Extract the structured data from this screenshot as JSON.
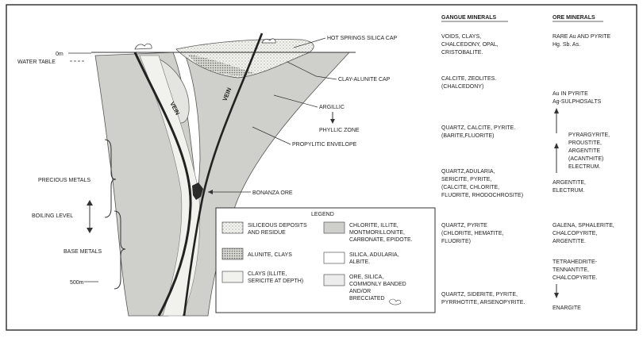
{
  "headers": {
    "gangue": "GANGUE MINERALS",
    "ore": "ORE MINERALS"
  },
  "depth_labels": {
    "top": "0m",
    "water_table": "WATER TABLE",
    "bottom": "500m"
  },
  "left_labels": {
    "precious": "PRECIOUS METALS",
    "boiling": "BOILING LEVEL",
    "base": "BASE METALS"
  },
  "vein_labels": [
    "VEIN",
    "VEIN"
  ],
  "callouts": {
    "hot_springs": "HOT SPRINGS SILICA CAP",
    "clay_alunite": "CLAY-ALUNITE CAP",
    "argillic": "ARGILLIC",
    "phyllic": "PHYLLIC ZONE",
    "propylitic": "PROPYLITIC ENVELOPE",
    "bonanza": "BONANZA ORE"
  },
  "legend": {
    "title": "LEGEND",
    "items": [
      {
        "lines": [
          "SILICEOUS DEPOSITS",
          "AND RESIDUE"
        ]
      },
      {
        "lines": [
          "ALUNITE, CLAYS"
        ]
      },
      {
        "lines": [
          "CLAYS (ILLITE,",
          "SERICITE AT DEPTH)"
        ]
      },
      {
        "lines": [
          "CHLORITE, ILLITE,",
          "MONTMORILLONITE,",
          "CARBONATE, EPIDOTE."
        ]
      },
      {
        "lines": [
          "SILICA, ADULARIA,",
          "ALBITE."
        ]
      },
      {
        "lines": [
          "ORE, SILICA,",
          "COMMONLY BANDED",
          "AND/OR",
          "BRECCIATED"
        ]
      }
    ]
  },
  "gangue_rows": [
    [
      "VOIDS, CLAYS,",
      "CHALCEDONY, OPAL,",
      "CRISTOBALITE."
    ],
    [
      "CALCITE, ZEOLITES.",
      "(CHALCEDONY)"
    ],
    [
      "QUARTZ, CALCITE, PYRITE.",
      "(BARITE,FLUORITE)"
    ],
    [
      "QUARTZ,ADULARIA,",
      "SERICITE, PYRITE,",
      "(CALCITE, CHLORITE,",
      "FLUORITE, RHODOCHROSITE)"
    ],
    [
      "QUARTZ, PYRITE",
      "(CHLORITE, HEMATITE,",
      "FLUORITE)"
    ],
    [
      "QUARTZ, SIDERITE, PYRITE,",
      "PYRRHOTITE, ARSENOPYRITE."
    ]
  ],
  "ore_rows": [
    [
      "RARE Au AND PYRITE",
      "Hg. Sb. As."
    ],
    [
      "Au IN PYRITE",
      "Ag-SULPHOSALTS"
    ],
    [
      "PYRARGYRITE,",
      "PROUSTITE,",
      "ARGENTITE",
      "(ACANTHITE)",
      "ELECTRUM."
    ],
    [
      "ARGENTITE,",
      "ELECTRUM."
    ],
    [
      "GALENA, SPHALERITE,",
      "CHALCOPYRITE,",
      "ARGENTITE."
    ],
    [
      "TETRAHEDRITE-",
      "TENNANTITE,",
      "CHALCOPYRITE."
    ],
    [
      "ENARGITE"
    ]
  ]
}
